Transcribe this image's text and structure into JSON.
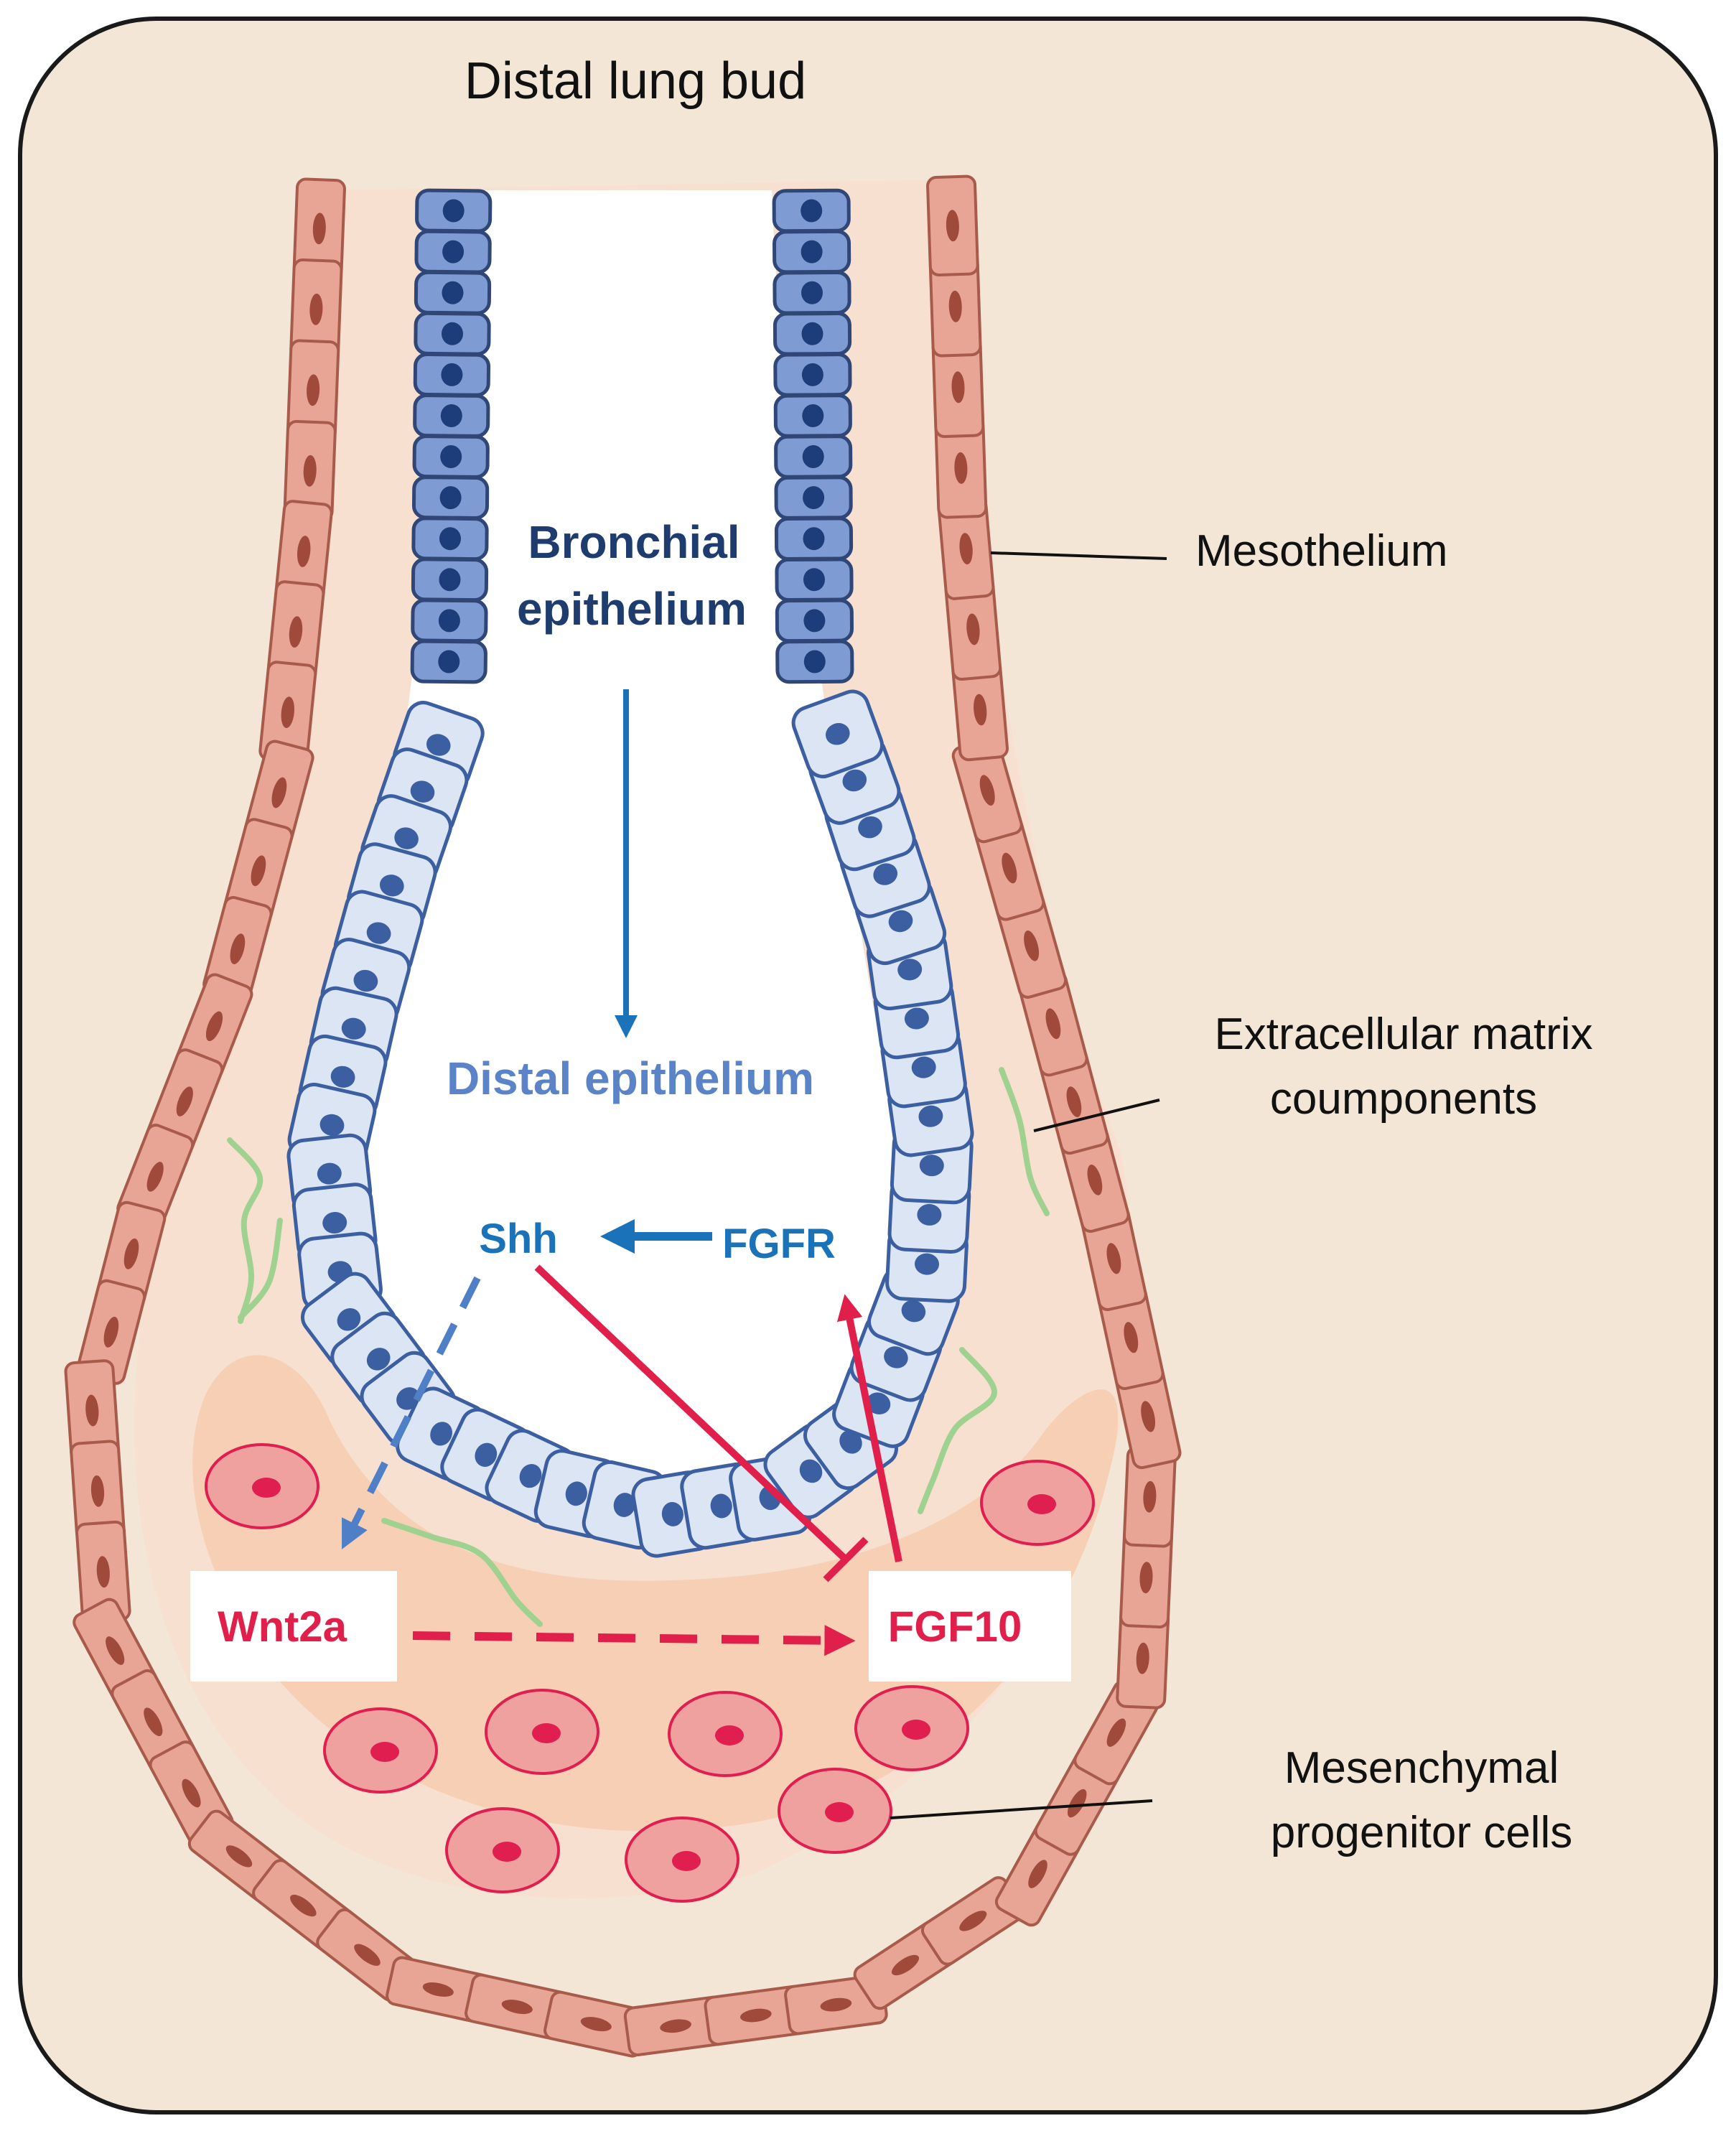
{
  "title": "Distal lung bud",
  "labels": {
    "mesothelium": "Mesothelium",
    "ecm_line1": "Extracellular matrix",
    "ecm_line2": "coumponents",
    "mesenchymal_line1": "Mesenchymal",
    "mesenchymal_line2": "progenitor cells",
    "bronchial_line1": "Bronchial",
    "bronchial_line2": "epithelium",
    "distal_epithelium": "Distal epithelium"
  },
  "signals": {
    "shh": "Shh",
    "fgfr": "FGFR",
    "wnt2a": "Wnt2a",
    "fgf10": "FGF10"
  },
  "colors": {
    "background": "#f3e6d6",
    "mesothelium_cell": "#e8a596",
    "mesothelium_stroke": "#a85a4b",
    "mesothelium_nucleus": "#a04a3c",
    "bronchial_cell": "#7f9bd4",
    "bronchial_stroke": "#2f4677",
    "distal_cell": "#dbe5f4",
    "distal_stroke": "#3c5fa1",
    "nucleus_blue": "#1d3d7a",
    "mesenchyme_band": "#f6d1b8",
    "progenitor_cell": "#efa1a0",
    "progenitor_nucleus": "#e01e4f",
    "ecm_fiber": "#9fd190",
    "arrow_blue": "#1a73b8",
    "arrow_red": "#e0204a",
    "text_dark_blue": "#1f3c6e",
    "text_mid_blue": "#5b84c8"
  }
}
